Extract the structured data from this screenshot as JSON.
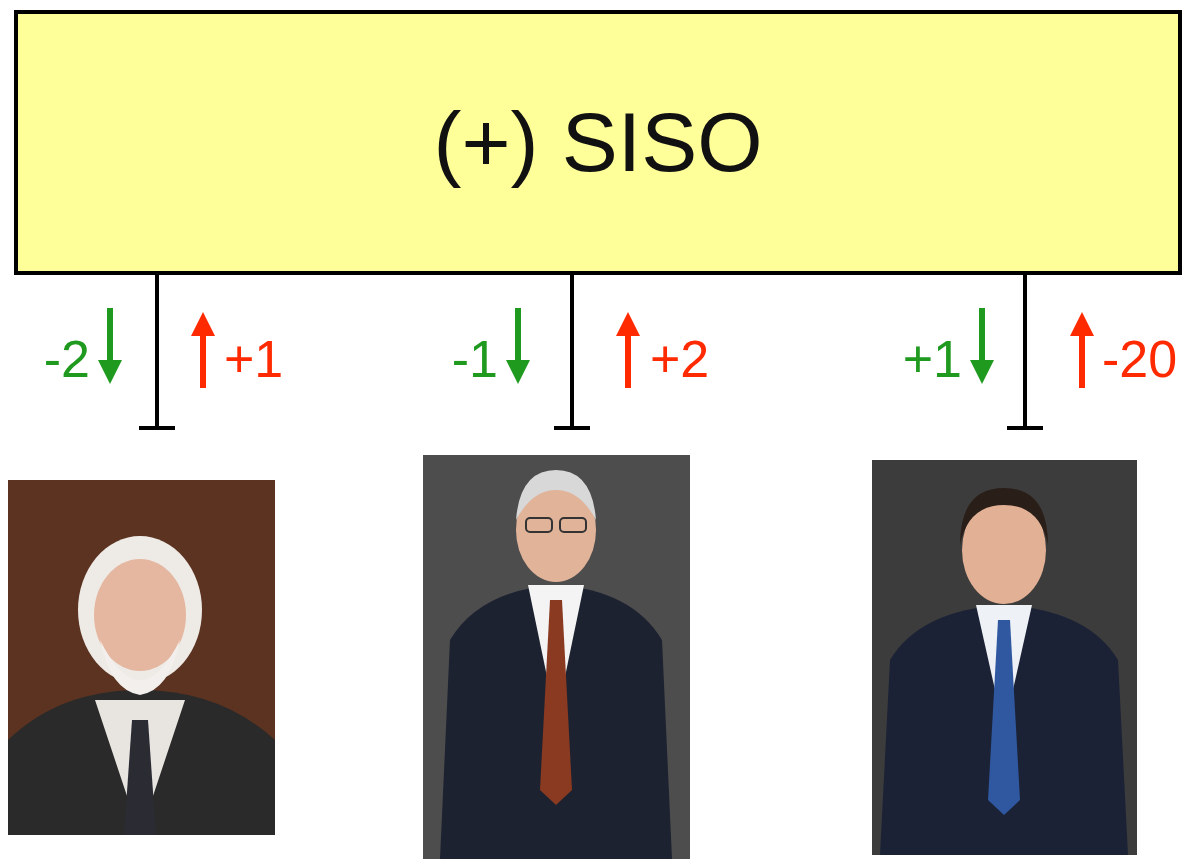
{
  "diagram": {
    "nodes": [
      {
        "text": [
          "(+) SISO"
        ]
      }
    ],
    "labels": [
      "-2",
      "+1",
      "-1",
      "+2",
      "+1",
      "-20"
    ]
  }
}
